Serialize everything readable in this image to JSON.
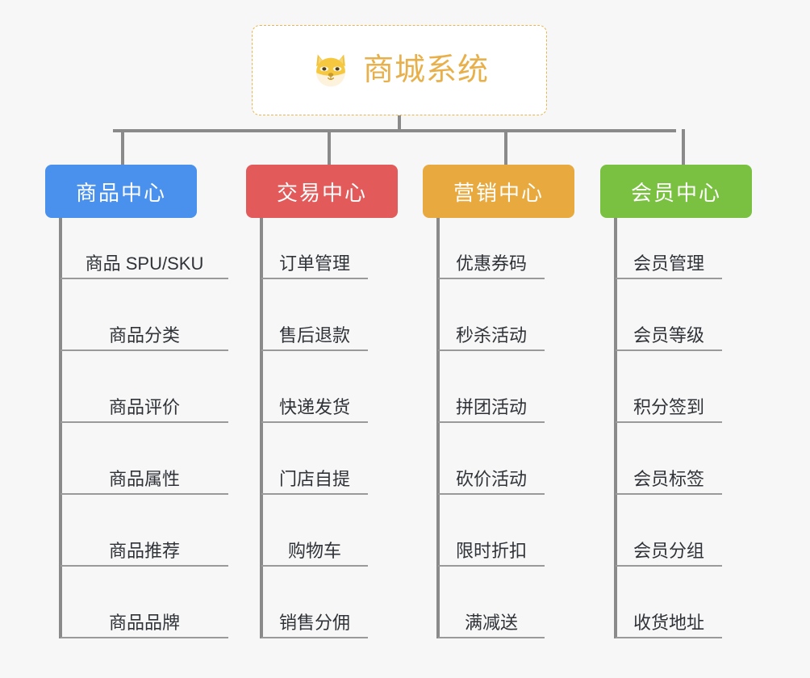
{
  "root": {
    "title": "商城系统",
    "icon": "shiba-dog-icon",
    "border_color": "#e8b552",
    "text_color": "#e8b04a",
    "background": "#ffffff"
  },
  "canvas": {
    "background": "#f7f7f7",
    "connector_color": "#8a8a8a",
    "leaf_rule_color": "#9a9a9a",
    "leaf_text_color": "#2f3338"
  },
  "columns": [
    {
      "label": "商品中心",
      "color": "#4a90ed",
      "children": [
        "商品 SPU/SKU",
        "商品分类",
        "商品评价",
        "商品属性",
        "商品推荐",
        "商品品牌"
      ]
    },
    {
      "label": "交易中心",
      "color": "#e35a5a",
      "children": [
        "订单管理",
        "售后退款",
        "快递发货",
        "门店自提",
        "购物车",
        "销售分佣"
      ]
    },
    {
      "label": "营销中心",
      "color": "#e8a93f",
      "children": [
        "优惠券码",
        "秒杀活动",
        "拼团活动",
        "砍价活动",
        "限时折扣",
        "满减送"
      ]
    },
    {
      "label": "会员中心",
      "color": "#7ac142",
      "children": [
        "会员管理",
        "会员等级",
        "积分签到",
        "会员标签",
        "会员分组",
        "收货地址"
      ]
    }
  ]
}
